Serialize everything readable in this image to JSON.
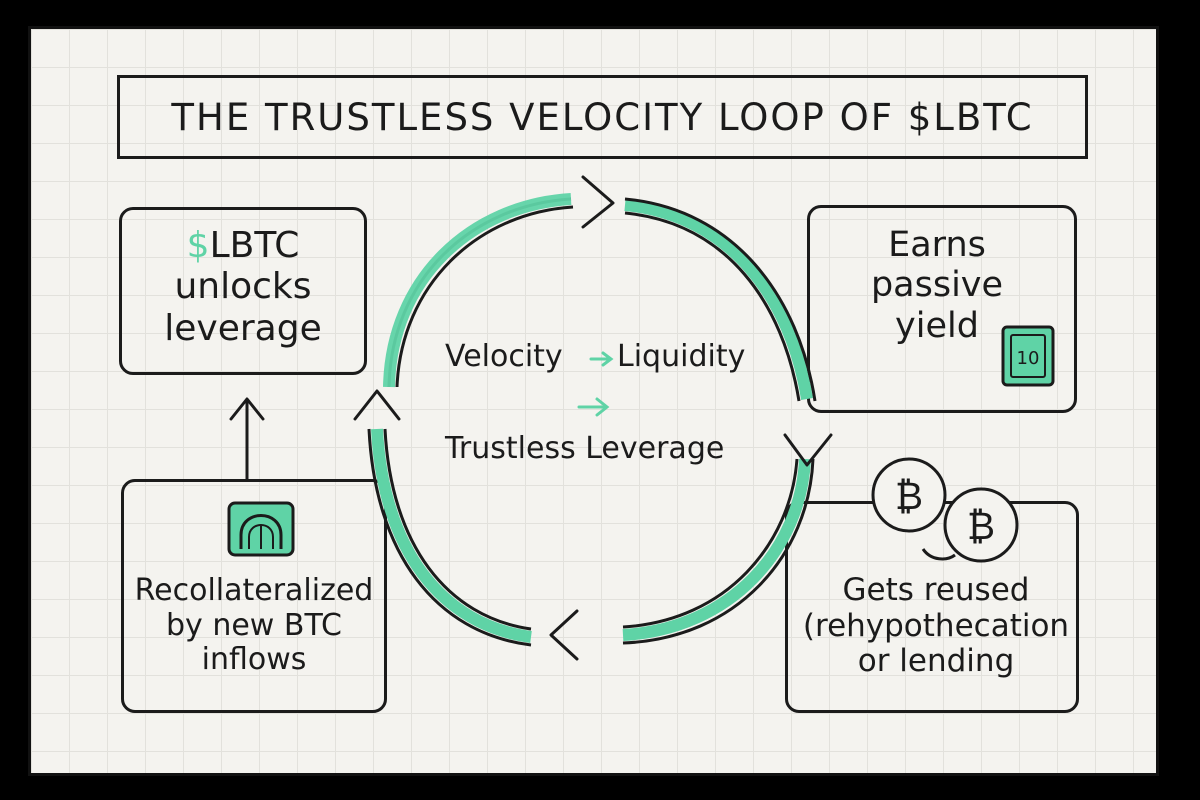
{
  "title": "THE TRUSTLESS VELOCITY LOOP OF $LBTC",
  "nodes": {
    "top_left": {
      "symbol": "$",
      "line1": "LBTC",
      "line2": "unlocks",
      "line3": "leverage"
    },
    "top_right": {
      "line1": "Earns",
      "line2": "passive",
      "line3": "yield",
      "icon_text": "10"
    },
    "bottom_right": {
      "line1": "Gets reused",
      "line2": "(rehypothecation",
      "line3": "or lending"
    },
    "bottom_left": {
      "line1": "Recollateralized",
      "line2": "by new BTC",
      "line3": "inflows"
    }
  },
  "center": {
    "word1": "Velocity",
    "word2": "Liquidity",
    "word3": "Trustless Leverage"
  },
  "coins": [
    "₿",
    "₿"
  ],
  "colors": {
    "accent": "#5fd3a6",
    "ink": "#1b1b1b",
    "paper": "#f4f3ef"
  },
  "icons": {
    "coins": "bitcoin-coins-icon",
    "yield": "yield-card-icon",
    "vault": "vault-icon"
  }
}
